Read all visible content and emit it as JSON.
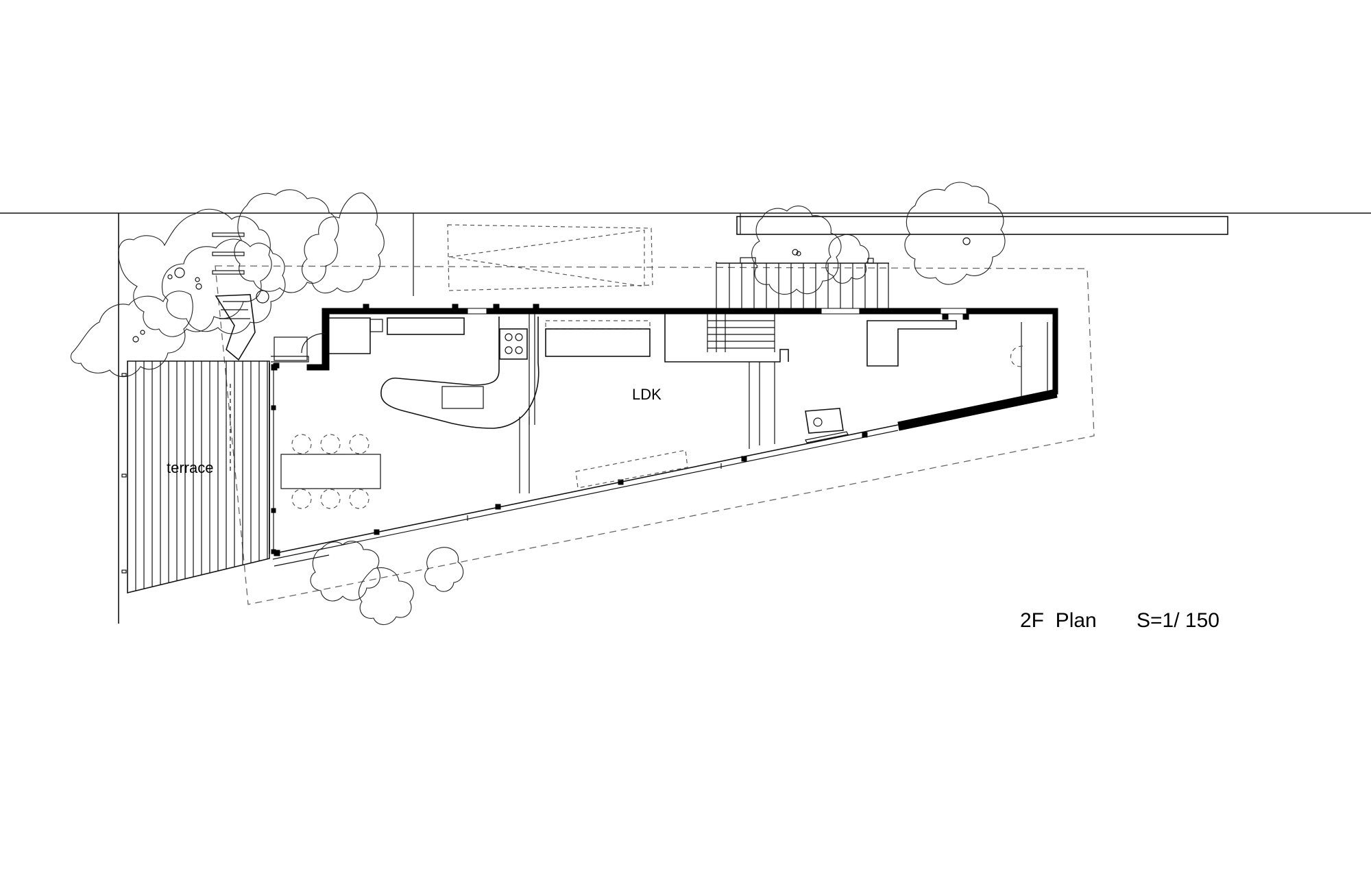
{
  "rooms": {
    "terrace": "terrace",
    "ldk": "LDK"
  },
  "caption": {
    "plan_name": "2F  Plan",
    "scale": "S=1/ 150"
  }
}
